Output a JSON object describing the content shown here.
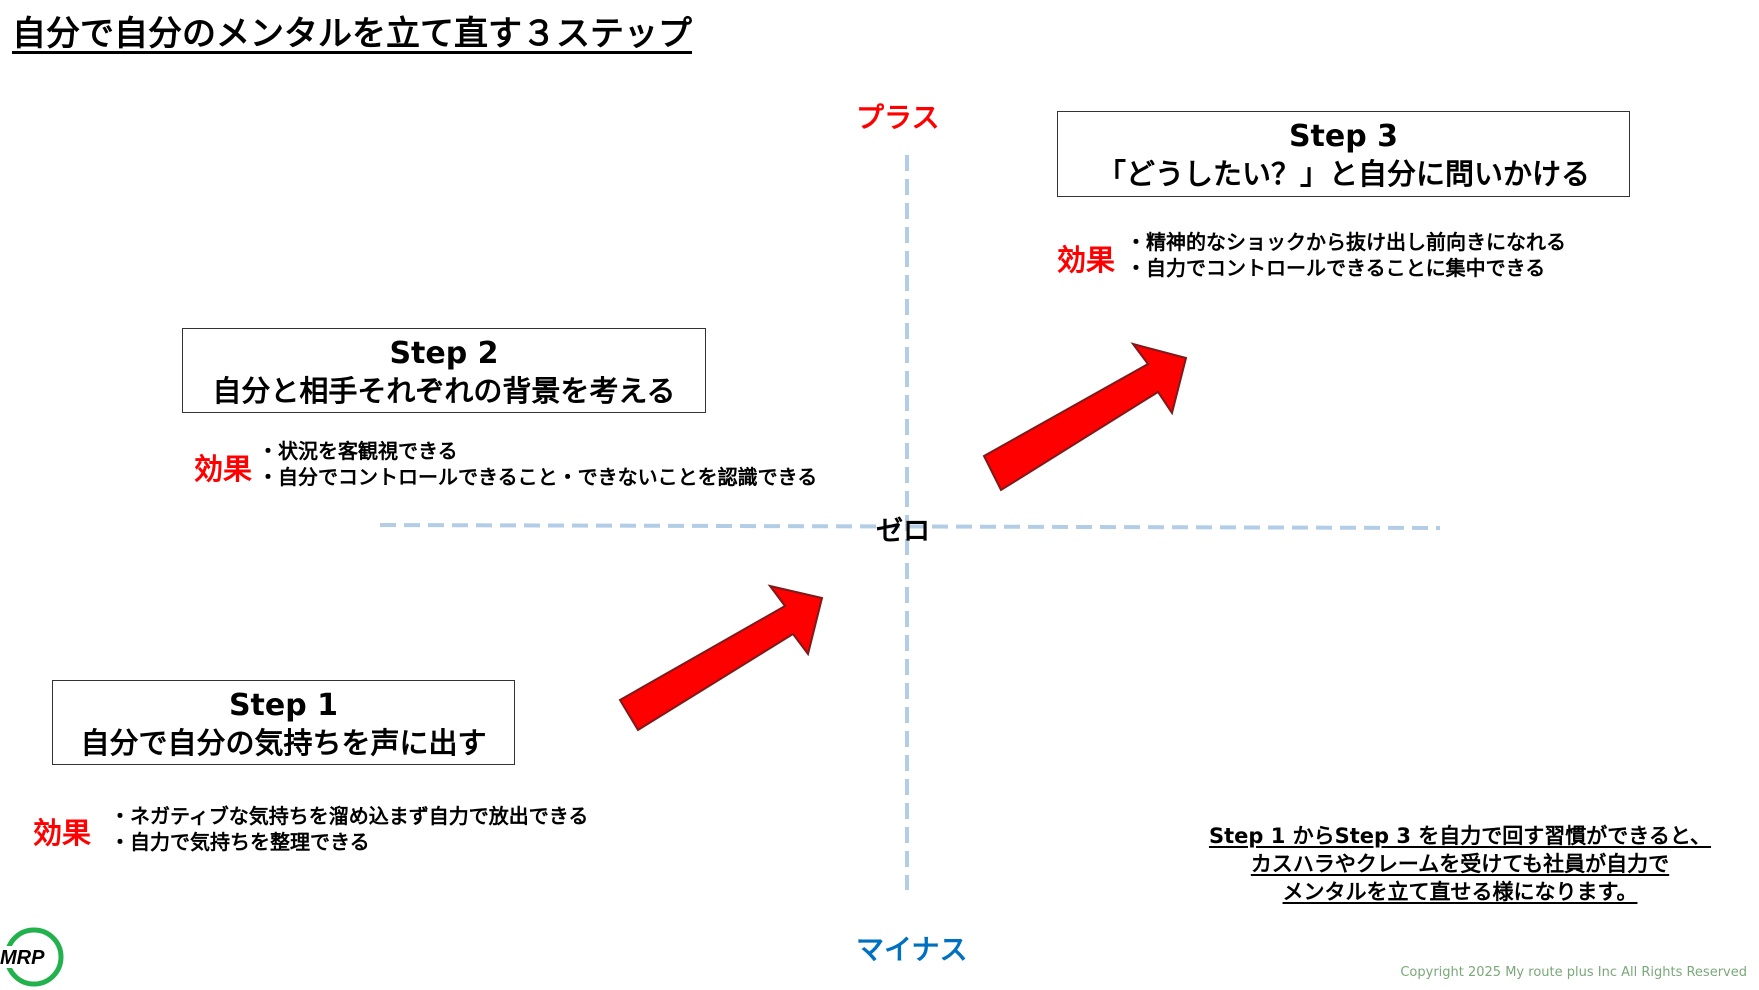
{
  "title": "自分で自分のメンタルを立て直す３ステップ",
  "axes": {
    "top_label": "プラス",
    "bottom_label": "マイナス",
    "center_label": "ゼロ"
  },
  "steps": [
    {
      "heading": "Step 1",
      "text": "自分で自分の気持ちを声に出す",
      "effect_label": "効果",
      "effects": [
        "・ネガティブな気持ちを溜め込まず自力で放出できる",
        "・自力で気持ちを整理できる"
      ]
    },
    {
      "heading": "Step 2",
      "text": "自分と相手それぞれの背景を考える",
      "effect_label": "効果",
      "effects": [
        "・状況を客観視できる",
        "・自分でコントロールできること・できないことを認識できる"
      ]
    },
    {
      "heading": "Step 3",
      "text": "「どうしたい？」と自分に問いかける",
      "effect_label": "効果",
      "effects": [
        "・精神的なショックから抜け出し前向きになれる",
        "・自力でコントロールできることに集中できる"
      ]
    }
  ],
  "summary": [
    "Step 1 からStep 3 を自力で回す習慣ができると、",
    "カスハラやクレームを受けても社員が自力で",
    "メンタルを立て直せる様になります。"
  ],
  "logo_text": "MRP",
  "copyright": "Copyright 2025 My route plus Inc All Rights Reserved",
  "colors": {
    "plus": "#ff0000",
    "minus": "#0070c0",
    "effect": "#ff0000",
    "arrow_fill": "#ff0000",
    "arrow_stroke": "#7f1a1a",
    "axis": "#b4cde6",
    "copyright": "#7aa87a",
    "logo_green": "#22b14c"
  }
}
